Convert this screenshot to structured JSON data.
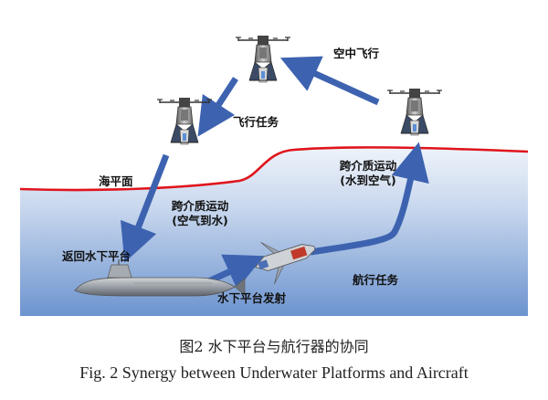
{
  "labels": {
    "air_flight": "空中飞行",
    "flight_mission": "飞行任务",
    "sea_surface": "海平面",
    "cross_medium_down": "跨介质运动",
    "cross_medium_down_sub": "(空气到水)",
    "cross_medium_up": "跨介质运动",
    "cross_medium_up_sub": "(水到空气)",
    "return_platform": "返回水下平台",
    "launch": "水下平台发射",
    "navigation_mission": "航行任务"
  },
  "caption": {
    "chinese": "图2  水下平台与航行器的协同",
    "english": "Fig. 2 Synergy between Underwater Platforms and Aircraft"
  },
  "colors": {
    "arrow": "#3d63b0",
    "sea_line": "#e0141c",
    "water_top": "#dbe6f4",
    "water_bottom": "#6f95cf",
    "submarine": "#8a8f96"
  }
}
